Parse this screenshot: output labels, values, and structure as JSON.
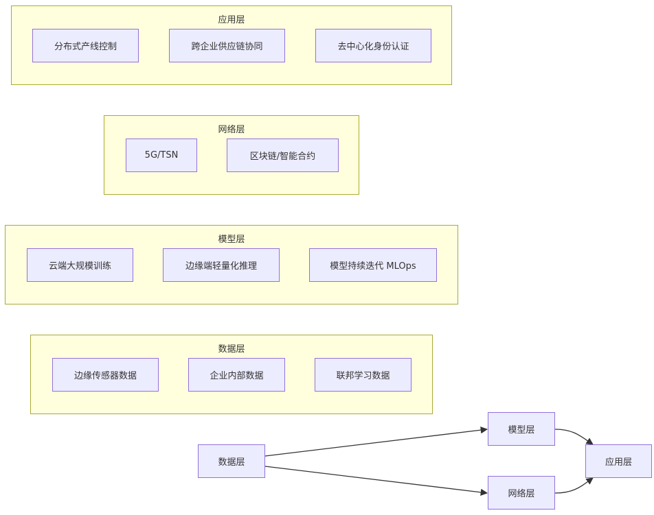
{
  "clusters": {
    "app": {
      "title": "应用层",
      "nodes": [
        "分布式产线控制",
        "跨企业供应链协同",
        "去中心化身份认证"
      ]
    },
    "network": {
      "title": "网络层",
      "nodes": [
        "5G/TSN",
        "区块链/智能合约"
      ]
    },
    "model": {
      "title": "模型层",
      "nodes": [
        "云端大规模训练",
        "边缘端轻量化推理",
        "模型持续迭代 MLOps"
      ]
    },
    "data": {
      "title": "数据层",
      "nodes": [
        "边缘传感器数据",
        "企业内部数据",
        "联邦学习数据"
      ]
    }
  },
  "flow": {
    "nodes": {
      "data": "数据层",
      "model": "模型层",
      "network": "网络层",
      "app": "应用层"
    },
    "edges": [
      {
        "from": "数据层",
        "to": "模型层"
      },
      {
        "from": "数据层",
        "to": "网络层"
      },
      {
        "from": "模型层",
        "to": "应用层"
      },
      {
        "from": "网络层",
        "to": "应用层"
      }
    ]
  },
  "colors": {
    "cluster_fill": "#ffffde",
    "cluster_border": "#aaaa33",
    "node_fill": "#ececff",
    "node_border": "#9370db",
    "edge": "#333333"
  }
}
